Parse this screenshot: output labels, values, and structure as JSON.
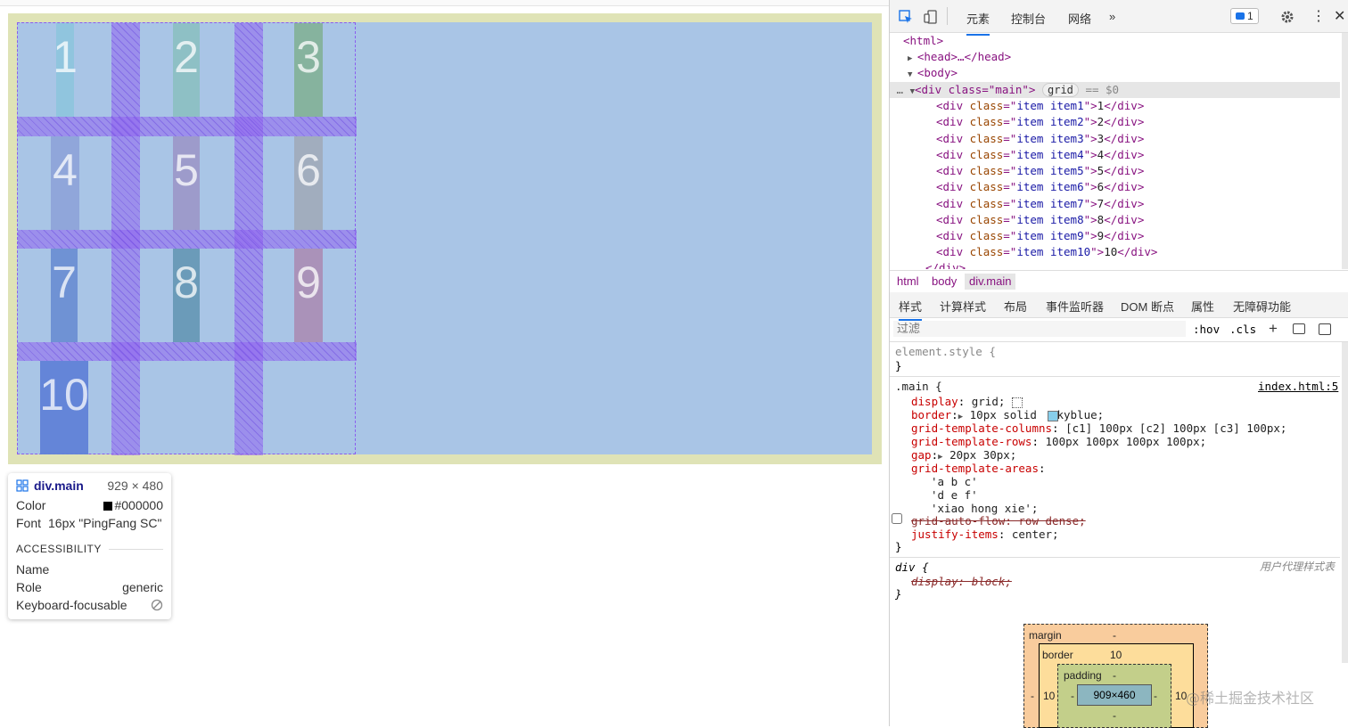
{
  "grid_items": [
    "1",
    "2",
    "3",
    "4",
    "5",
    "6",
    "7",
    "8",
    "9",
    "10"
  ],
  "tooltip": {
    "element": "div.main",
    "size": "929 × 480",
    "color_label": "Color",
    "color_value": "#000000",
    "font_label": "Font",
    "font_value": "16px \"PingFang SC\"",
    "section": "ACCESSIBILITY",
    "name_label": "Name",
    "role_label": "Role",
    "role_value": "generic",
    "focus_label": "Keyboard-focusable"
  },
  "devtools": {
    "tabs": [
      "元素",
      "控制台",
      "网络",
      "»"
    ],
    "issues_badge": "1",
    "dom": {
      "html_open": "<html>",
      "head": "<head>…</head>",
      "body_open": "<body>",
      "main_tag": "<div class=\"main\">",
      "grid_pill": "grid",
      "eq_var": "== $0",
      "children": [
        {
          "cls": "item item1",
          "text": "1"
        },
        {
          "cls": "item item2",
          "text": "2"
        },
        {
          "cls": "item item3",
          "text": "3"
        },
        {
          "cls": "item item4",
          "text": "4"
        },
        {
          "cls": "item item5",
          "text": "5"
        },
        {
          "cls": "item item6",
          "text": "6"
        },
        {
          "cls": "item item7",
          "text": "7"
        },
        {
          "cls": "item item8",
          "text": "8"
        },
        {
          "cls": "item item9",
          "text": "9"
        },
        {
          "cls": "item item10",
          "text": "10"
        }
      ],
      "close_div": "</div>"
    },
    "breadcrumbs": [
      "html",
      "body",
      "div.main"
    ],
    "subtabs": [
      "样式",
      "计算样式",
      "布局",
      "事件监听器",
      "DOM 断点",
      "属性",
      "无障碍功能"
    ],
    "filter_placeholder": "过滤",
    "filter_hov": ":hov",
    "filter_cls": ".cls",
    "styles": {
      "element_style": "element.style {",
      "close_brace": "}",
      "main_selector": ".main {",
      "source": "index.html:5",
      "rules": [
        {
          "prop": "display",
          "val": "grid;"
        },
        {
          "prop": "border",
          "val": "10px solid  skyblue;"
        },
        {
          "prop": "grid-template-columns",
          "val": "[c1] 100px [c2] 100px [c3] 100px;"
        },
        {
          "prop": "grid-template-rows",
          "val": "100px 100px 100px 100px;"
        },
        {
          "prop": "gap",
          "val": "20px 30px;"
        },
        {
          "prop": "grid-template-areas",
          "val": ""
        }
      ],
      "areas": [
        "'a b c'",
        "'d e f'",
        "'xiao hong xie';"
      ],
      "disabled_rule": "grid-auto-flow: row dense;",
      "justify_prop": "justify-items",
      "justify_val": "center;",
      "div_selector": "div {",
      "ua_label": "用户代理样式表",
      "ua_rule": "display: block;"
    },
    "box_model": {
      "margin_label": "margin",
      "margin_val": "-",
      "border_label": "border",
      "border_val": "10",
      "padding_label": "padding",
      "padding_val": "-",
      "content": "909×460",
      "side_left": "10",
      "side_right": "10",
      "dash": "-"
    }
  },
  "watermark": "@稀土掘金技术社区"
}
